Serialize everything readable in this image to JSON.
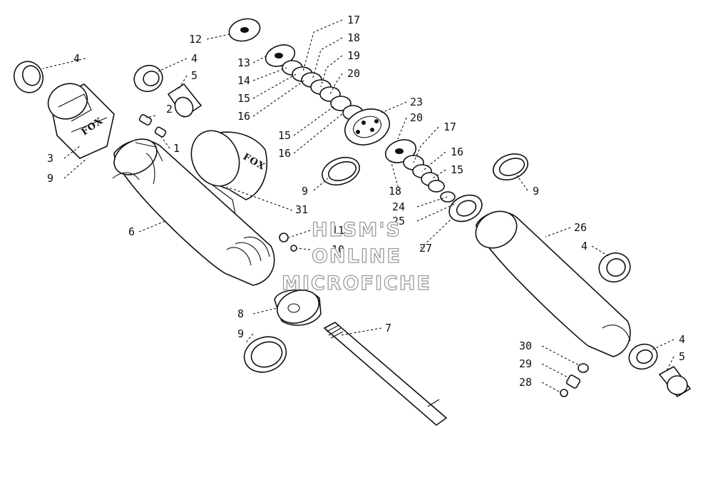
{
  "brand_marks": [
    "FOX",
    "FOX"
  ],
  "watermark": [
    "HLSM'S",
    "ONLINE",
    "MICROFICHE"
  ],
  "callouts": [
    {
      "id": "c12",
      "label": "12"
    },
    {
      "id": "c13",
      "label": "13"
    },
    {
      "id": "c14",
      "label": "14"
    },
    {
      "id": "c15a",
      "label": "15"
    },
    {
      "id": "c16a",
      "label": "16"
    },
    {
      "id": "c17a",
      "label": "17"
    },
    {
      "id": "c18a",
      "label": "18"
    },
    {
      "id": "c19",
      "label": "19"
    },
    {
      "id": "c20a",
      "label": "20"
    },
    {
      "id": "c23",
      "label": "23"
    },
    {
      "id": "c15b",
      "label": "15"
    },
    {
      "id": "c16b",
      "label": "16"
    },
    {
      "id": "c20b",
      "label": "20"
    },
    {
      "id": "c17b",
      "label": "17"
    },
    {
      "id": "c16c",
      "label": "16"
    },
    {
      "id": "c15c",
      "label": "15"
    },
    {
      "id": "c18b",
      "label": "18"
    },
    {
      "id": "c24",
      "label": "24"
    },
    {
      "id": "c25",
      "label": "25"
    },
    {
      "id": "c9a",
      "label": "9"
    },
    {
      "id": "c9b",
      "label": "9"
    },
    {
      "id": "c9c",
      "label": "9"
    },
    {
      "id": "c9d",
      "label": "9"
    },
    {
      "id": "c4a",
      "label": "4"
    },
    {
      "id": "c4b",
      "label": "4"
    },
    {
      "id": "c4c",
      "label": "4"
    },
    {
      "id": "c4d",
      "label": "4"
    },
    {
      "id": "c5a",
      "label": "5"
    },
    {
      "id": "c5b",
      "label": "5"
    },
    {
      "id": "c2",
      "label": "2"
    },
    {
      "id": "c1",
      "label": "1"
    },
    {
      "id": "c3",
      "label": "3"
    },
    {
      "id": "c31",
      "label": "31"
    },
    {
      "id": "c6",
      "label": "6"
    },
    {
      "id": "c11",
      "label": "11"
    },
    {
      "id": "c10",
      "label": "10"
    },
    {
      "id": "c8",
      "label": "8"
    },
    {
      "id": "c7",
      "label": "7"
    },
    {
      "id": "c26",
      "label": "26"
    },
    {
      "id": "c27",
      "label": "27"
    },
    {
      "id": "c30",
      "label": "30"
    },
    {
      "id": "c29",
      "label": "29"
    },
    {
      "id": "c28",
      "label": "28"
    }
  ]
}
